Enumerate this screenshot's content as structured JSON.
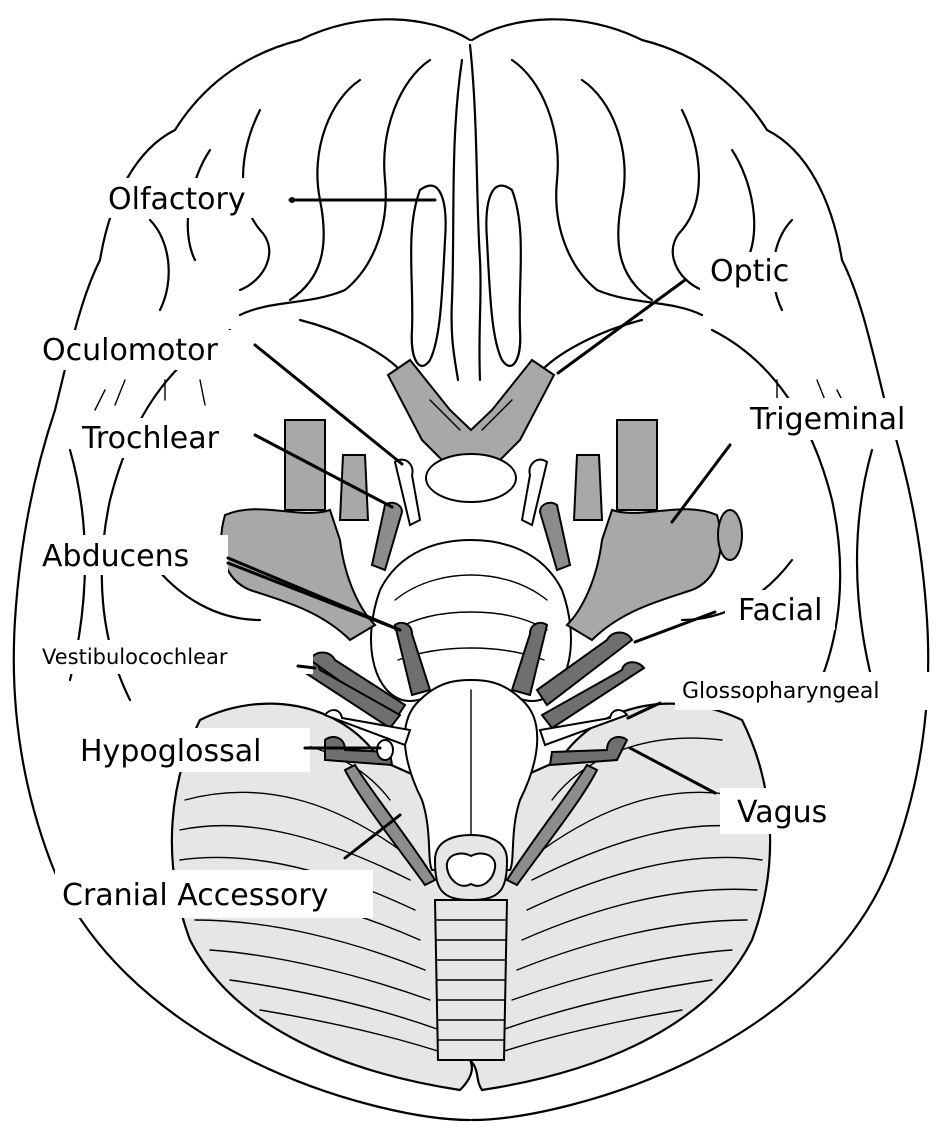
{
  "labels": {
    "olfactory": "Olfactory",
    "optic": "Optic",
    "oculomotor": "Oculomotor",
    "trochlear": "Trochlear",
    "trigeminal": "Trigeminal",
    "abducens": "Abducens",
    "facial": "Facial",
    "vestibulocochlear": "Vestibulocochlear",
    "glossopharyngeal": "Glossopharyngeal",
    "hypoglossal": "Hypoglossal",
    "vagus": "Vagus",
    "cranial_accessory": "Cranial Accessory"
  },
  "colors": {
    "nerve_fill": "#8c8c8c",
    "cerebellum_fill": "#e6e6e6",
    "outline": "#000000",
    "background": "#ffffff"
  }
}
